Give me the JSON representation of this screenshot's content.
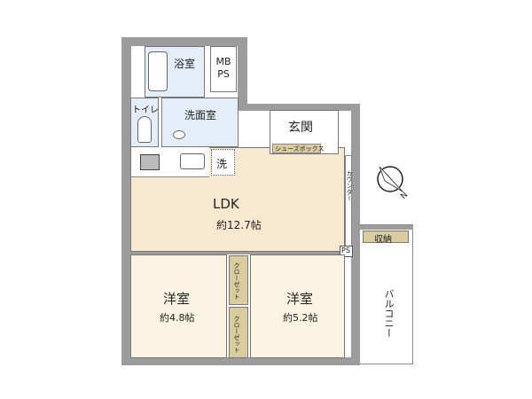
{
  "rooms": {
    "bath": "浴室",
    "mbps": "MB\nPS",
    "toilet": "トイレ",
    "washroom": "洗面室",
    "washer": "洗",
    "entrance": "玄関",
    "shoebox": "シューズボックス",
    "counter": "カウンター",
    "ldk": "LDK",
    "ldk_size": "約12.7帖",
    "ps": "PS",
    "storage": "収納",
    "balcony": "バルコニー",
    "room1": "洋室",
    "room1_size": "約4.8帖",
    "room2": "洋室",
    "room2_size": "約5.2帖",
    "closet1": "クローゼット",
    "closet2": "クローゼット"
  },
  "compass": {
    "north_label": "N"
  },
  "colors": {
    "wall": "#9c9c9c",
    "ldk": "#f8e8cf",
    "bedroom": "#fbf4e3",
    "wet": "#e4eef8",
    "closet": "#d9cc9f"
  }
}
